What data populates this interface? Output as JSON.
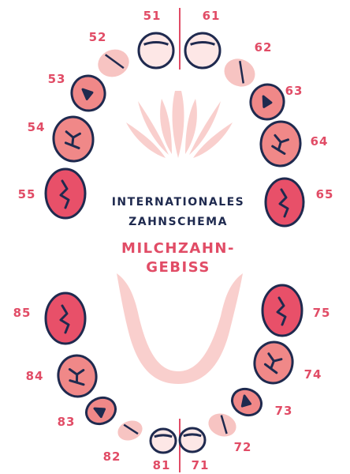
{
  "title": {
    "line1": "INTERNATIONALES",
    "line2": "ZAHNSCHEMA",
    "line3": "MILCHZAHN-",
    "line4": "GEBISS"
  },
  "colors": {
    "outline": "#1f2a4f",
    "label": "#e14c66",
    "light": "#f7c4c2",
    "medium": "#f08888",
    "dark": "#e85069",
    "background": "#ffffff"
  },
  "teeth": [
    {
      "number": "51",
      "shade": "light"
    },
    {
      "number": "61",
      "shade": "light"
    },
    {
      "number": "52",
      "shade": "light"
    },
    {
      "number": "62",
      "shade": "light"
    },
    {
      "number": "53",
      "shade": "medium"
    },
    {
      "number": "63",
      "shade": "medium"
    },
    {
      "number": "54",
      "shade": "medium"
    },
    {
      "number": "64",
      "shade": "medium"
    },
    {
      "number": "55",
      "shade": "dark"
    },
    {
      "number": "65",
      "shade": "dark"
    },
    {
      "number": "85",
      "shade": "dark"
    },
    {
      "number": "75",
      "shade": "dark"
    },
    {
      "number": "84",
      "shade": "medium"
    },
    {
      "number": "74",
      "shade": "medium"
    },
    {
      "number": "83",
      "shade": "medium"
    },
    {
      "number": "73",
      "shade": "medium"
    },
    {
      "number": "82",
      "shade": "light"
    },
    {
      "number": "72",
      "shade": "light"
    },
    {
      "number": "81",
      "shade": "light"
    },
    {
      "number": "71",
      "shade": "light"
    }
  ]
}
